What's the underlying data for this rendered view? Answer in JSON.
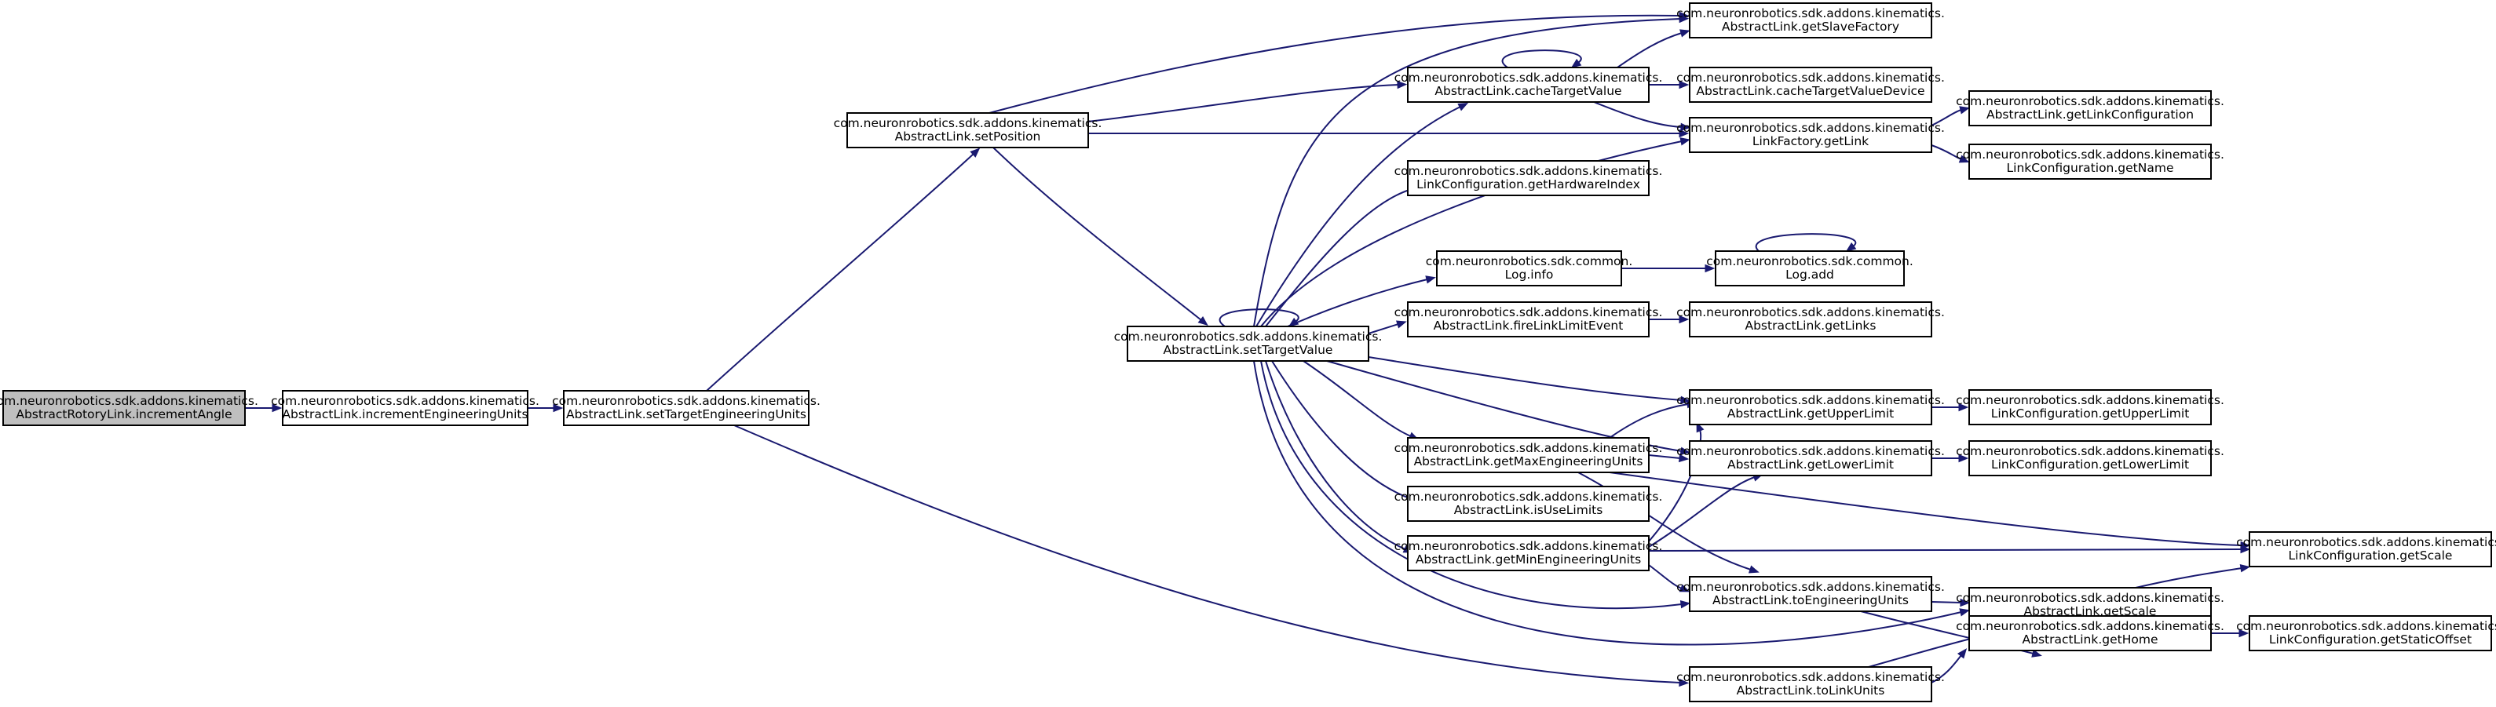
{
  "colors": {
    "edge": "#191970",
    "node_border": "#000000",
    "node_fill": "#ffffff",
    "root_fill": "#bfbfbf",
    "background": "#ffffff"
  },
  "nodes": [
    {
      "id": "incrementAngle",
      "lines": [
        "com.neuronrobotics.sdk.addons.kinematics.",
        "AbstractRotoryLink.incrementAngle"
      ],
      "root": true
    },
    {
      "id": "incrementEngineeringUnits",
      "lines": [
        "com.neuronrobotics.sdk.addons.kinematics.",
        "AbstractLink.incrementEngineeringUnits"
      ]
    },
    {
      "id": "setTargetEngineeringUnits",
      "lines": [
        "com.neuronrobotics.sdk.addons.kinematics.",
        "AbstractLink.setTargetEngineeringUnits"
      ]
    },
    {
      "id": "setPosition",
      "lines": [
        "com.neuronrobotics.sdk.addons.kinematics.",
        "AbstractLink.setPosition"
      ]
    },
    {
      "id": "setTargetValue",
      "lines": [
        "com.neuronrobotics.sdk.addons.kinematics.",
        "AbstractLink.setTargetValue"
      ]
    },
    {
      "id": "toLinkUnits",
      "lines": [
        "com.neuronrobotics.sdk.addons.kinematics.",
        "AbstractLink.toLinkUnits"
      ]
    },
    {
      "id": "getSlaveFactory",
      "lines": [
        "com.neuronrobotics.sdk.addons.kinematics.",
        "AbstractLink.getSlaveFactory"
      ]
    },
    {
      "id": "cacheTargetValue",
      "lines": [
        "com.neuronrobotics.sdk.addons.kinematics.",
        "AbstractLink.cacheTargetValue"
      ]
    },
    {
      "id": "cacheTargetValueDevice",
      "lines": [
        "com.neuronrobotics.sdk.addons.kinematics.",
        "AbstractLink.cacheTargetValueDevice"
      ]
    },
    {
      "id": "LinkFactory.getLink",
      "lines": [
        "com.neuronrobotics.sdk.addons.kinematics.",
        "LinkFactory.getLink"
      ]
    },
    {
      "id": "getLinkConfiguration",
      "lines": [
        "com.neuronrobotics.sdk.addons.kinematics.",
        "AbstractLink.getLinkConfiguration"
      ]
    },
    {
      "id": "LinkConfiguration.getName",
      "lines": [
        "com.neuronrobotics.sdk.addons.kinematics.",
        "LinkConfiguration.getName"
      ]
    },
    {
      "id": "getHardwareIndex",
      "lines": [
        "com.neuronrobotics.sdk.addons.kinematics.",
        "LinkConfiguration.getHardwareIndex"
      ]
    },
    {
      "id": "Log.info",
      "lines": [
        "com.neuronrobotics.sdk.common.",
        "Log.info"
      ]
    },
    {
      "id": "Log.add",
      "lines": [
        "com.neuronrobotics.sdk.common.",
        "Log.add"
      ]
    },
    {
      "id": "fireLinkLimitEvent",
      "lines": [
        "com.neuronrobotics.sdk.addons.kinematics.",
        "AbstractLink.fireLinkLimitEvent"
      ]
    },
    {
      "id": "getLinks",
      "lines": [
        "com.neuronrobotics.sdk.addons.kinematics.",
        "AbstractLink.getLinks"
      ]
    },
    {
      "id": "getUpperLimit",
      "lines": [
        "com.neuronrobotics.sdk.addons.kinematics.",
        "AbstractLink.getUpperLimit"
      ]
    },
    {
      "id": "LC.getUpperLimit",
      "lines": [
        "com.neuronrobotics.sdk.addons.kinematics.",
        "LinkConfiguration.getUpperLimit"
      ]
    },
    {
      "id": "getMaxEngineeringUnits",
      "lines": [
        "com.neuronrobotics.sdk.addons.kinematics.",
        "AbstractLink.getMaxEngineeringUnits"
      ]
    },
    {
      "id": "getLowerLimit",
      "lines": [
        "com.neuronrobotics.sdk.addons.kinematics.",
        "AbstractLink.getLowerLimit"
      ]
    },
    {
      "id": "LC.getLowerLimit",
      "lines": [
        "com.neuronrobotics.sdk.addons.kinematics.",
        "LinkConfiguration.getLowerLimit"
      ]
    },
    {
      "id": "isUseLimits",
      "lines": [
        "com.neuronrobotics.sdk.addons.kinematics.",
        "AbstractLink.isUseLimits"
      ]
    },
    {
      "id": "getMinEngineeringUnits",
      "lines": [
        "com.neuronrobotics.sdk.addons.kinematics.",
        "AbstractLink.getMinEngineeringUnits"
      ]
    },
    {
      "id": "LC.getScale",
      "lines": [
        "com.neuronrobotics.sdk.addons.kinematics.",
        "LinkConfiguration.getScale"
      ]
    },
    {
      "id": "toEngineeringUnits",
      "lines": [
        "com.neuronrobotics.sdk.addons.kinematics.",
        "AbstractLink.toEngineeringUnits"
      ]
    },
    {
      "id": "getScale",
      "lines": [
        "com.neuronrobotics.sdk.addons.kinematics.",
        "AbstractLink.getScale"
      ]
    },
    {
      "id": "getHome",
      "lines": [
        "com.neuronrobotics.sdk.addons.kinematics.",
        "AbstractLink.getHome"
      ]
    },
    {
      "id": "getStaticOffset",
      "lines": [
        "com.neuronrobotics.sdk.addons.kinematics.",
        "LinkConfiguration.getStaticOffset"
      ]
    }
  ],
  "edges": [
    [
      "incrementAngle",
      "incrementEngineeringUnits"
    ],
    [
      "incrementEngineeringUnits",
      "setTargetEngineeringUnits"
    ],
    [
      "setTargetEngineeringUnits",
      "setPosition"
    ],
    [
      "setTargetEngineeringUnits",
      "toLinkUnits"
    ],
    [
      "setPosition",
      "getSlaveFactory"
    ],
    [
      "setPosition",
      "cacheTargetValue"
    ],
    [
      "setPosition",
      "LinkFactory.getLink"
    ],
    [
      "setPosition",
      "setTargetValue"
    ],
    [
      "cacheTargetValue",
      "cacheTargetValue"
    ],
    [
      "cacheTargetValue",
      "getSlaveFactory"
    ],
    [
      "cacheTargetValue",
      "cacheTargetValueDevice"
    ],
    [
      "cacheTargetValue",
      "LinkFactory.getLink"
    ],
    [
      "LinkFactory.getLink",
      "getLinkConfiguration"
    ],
    [
      "LinkFactory.getLink",
      "LinkConfiguration.getName"
    ],
    [
      "setTargetValue",
      "setTargetValue"
    ],
    [
      "setTargetValue",
      "getSlaveFactory"
    ],
    [
      "setTargetValue",
      "cacheTargetValue"
    ],
    [
      "setTargetValue",
      "LinkFactory.getLink"
    ],
    [
      "setTargetValue",
      "getHardwareIndex"
    ],
    [
      "setTargetValue",
      "Log.info"
    ],
    [
      "setTargetValue",
      "fireLinkLimitEvent"
    ],
    [
      "setTargetValue",
      "getUpperLimit"
    ],
    [
      "setTargetValue",
      "getLowerLimit"
    ],
    [
      "setTargetValue",
      "getMaxEngineeringUnits"
    ],
    [
      "setTargetValue",
      "isUseLimits"
    ],
    [
      "setTargetValue",
      "getMinEngineeringUnits"
    ],
    [
      "setTargetValue",
      "toEngineeringUnits"
    ],
    [
      "setTargetValue",
      "getScale"
    ],
    [
      "Log.info",
      "Log.add"
    ],
    [
      "Log.add",
      "Log.add"
    ],
    [
      "fireLinkLimitEvent",
      "getLinks"
    ],
    [
      "getUpperLimit",
      "LC.getUpperLimit"
    ],
    [
      "getLowerLimit",
      "LC.getLowerLimit"
    ],
    [
      "getMaxEngineeringUnits",
      "getUpperLimit"
    ],
    [
      "getMaxEngineeringUnits",
      "getLowerLimit"
    ],
    [
      "getMaxEngineeringUnits",
      "LC.getScale"
    ],
    [
      "getMaxEngineeringUnits",
      "toEngineeringUnits"
    ],
    [
      "getMinEngineeringUnits",
      "getUpperLimit"
    ],
    [
      "getMinEngineeringUnits",
      "getLowerLimit"
    ],
    [
      "getMinEngineeringUnits",
      "LC.getScale"
    ],
    [
      "getMinEngineeringUnits",
      "toEngineeringUnits"
    ],
    [
      "toEngineeringUnits",
      "getScale"
    ],
    [
      "toEngineeringUnits",
      "getHome"
    ],
    [
      "getScale",
      "LC.getScale"
    ],
    [
      "toLinkUnits",
      "getScale"
    ],
    [
      "toLinkUnits",
      "getHome"
    ],
    [
      "getHome",
      "getStaticOffset"
    ]
  ]
}
